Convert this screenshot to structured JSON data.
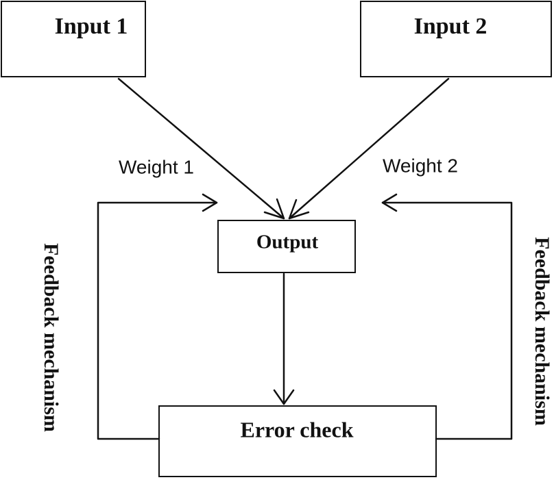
{
  "nodes": {
    "input1": "Input 1",
    "input2": "Input 2",
    "output": "Output",
    "error_check": "Error check"
  },
  "edge_labels": {
    "weight1": "Weight 1",
    "weight2": "Weight 2"
  },
  "side_labels": {
    "left": "Feedback mechanism",
    "right": "Feedback mechanism"
  }
}
